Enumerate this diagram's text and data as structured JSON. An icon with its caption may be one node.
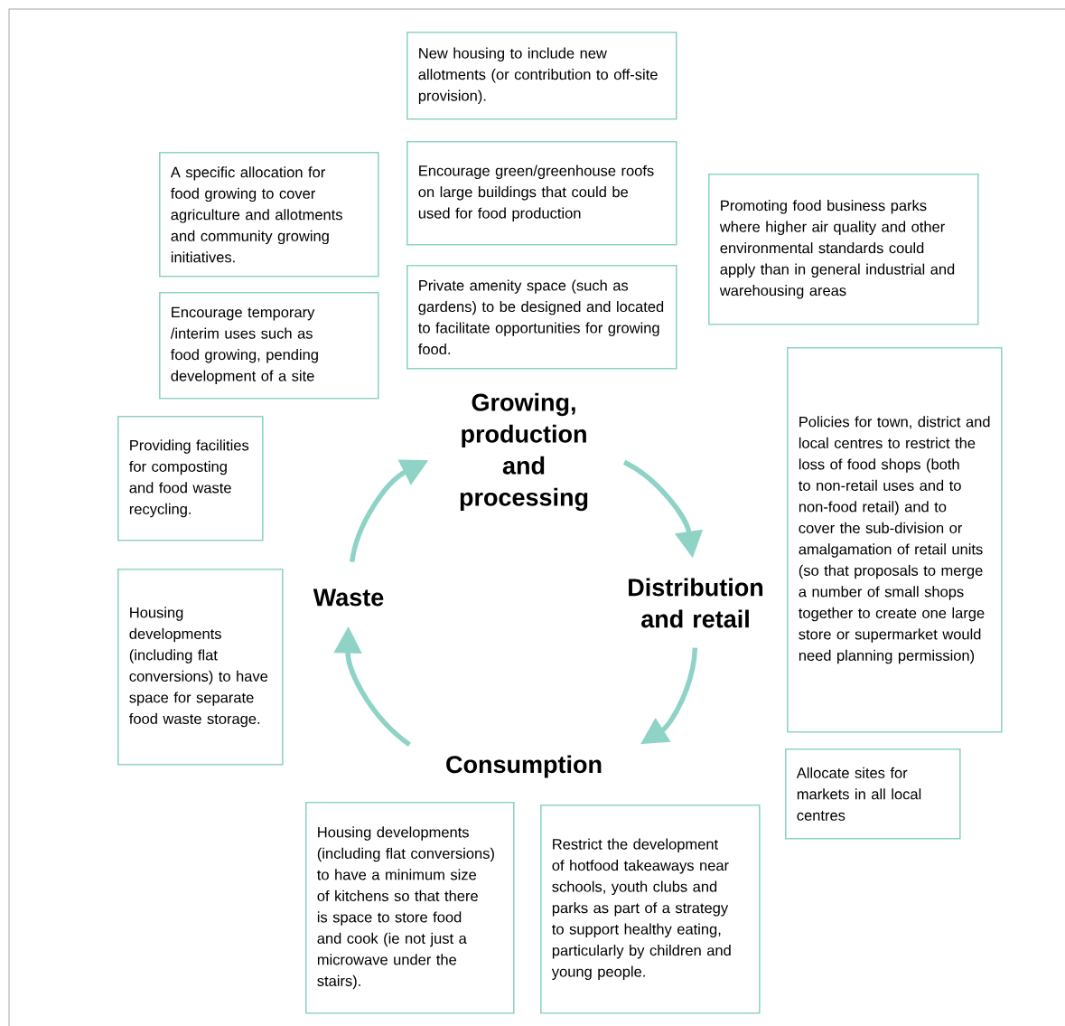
{
  "diagram": {
    "nodes": [
      {
        "text": [
          "New housing to include new allotments (or contribution to off-site provision)."
        ]
      },
      {
        "text": [
          "A specific allocation for food growing to cover agriculture and allotments and community growing initiatives."
        ]
      },
      {
        "text": [
          "Encourage green/greenhouse roofs on large buildings that could be used for food production"
        ]
      },
      {
        "text": [
          "Promoting food business parks where higher air quality and other environmental standards could apply than in general industrial and warehousing areas"
        ]
      },
      {
        "text": [
          "Encourage temporary /interim uses such as food growing, pending development of a site"
        ]
      },
      {
        "text": [
          "Private amenity space (such as gardens) to be designed and located to facilitate opportunities for growing food."
        ]
      },
      {
        "text": [
          "Growing, production and processing"
        ]
      },
      {
        "text": [
          "Policies for town, district and local centres to restrict the loss of food shops (both to non-retail uses and to non-food retail) and to cover the sub-division or amalgamation of retail units (so that proposals to merge a number of small shops together to create one large store or supermarket would need planning permission)"
        ]
      },
      {
        "text": [
          "Providing facilities for composting and food waste recycling."
        ]
      },
      {
        "text": [
          "Waste"
        ]
      },
      {
        "text": [
          "Distribution and retail"
        ]
      },
      {
        "text": [
          "Housing developments (including flat conversions) to have space for separate food waste storage."
        ]
      },
      {
        "text": [
          "Consumption"
        ]
      },
      {
        "text": [
          "Allocate sites for markets in all local centres"
        ]
      },
      {
        "text": [
          "Housing developments (including flat conversions) to have a minimum size of kitchens so that there is space to store food and cook (ie not just a microwave under the stairs)."
        ]
      },
      {
        "text": [
          "Restrict the development of hotfood takeaways near schools, youth clubs and parks as part of a strategy to support healthy eating, particularly by children and young people."
        ]
      }
    ],
    "edges": [
      {
        "from": 6,
        "to": 10,
        "arrow": "to"
      },
      {
        "from": 10,
        "to": 12,
        "arrow": "to"
      },
      {
        "from": 12,
        "to": 9,
        "arrow": "to"
      },
      {
        "from": 9,
        "to": 6,
        "arrow": "to"
      }
    ]
  }
}
